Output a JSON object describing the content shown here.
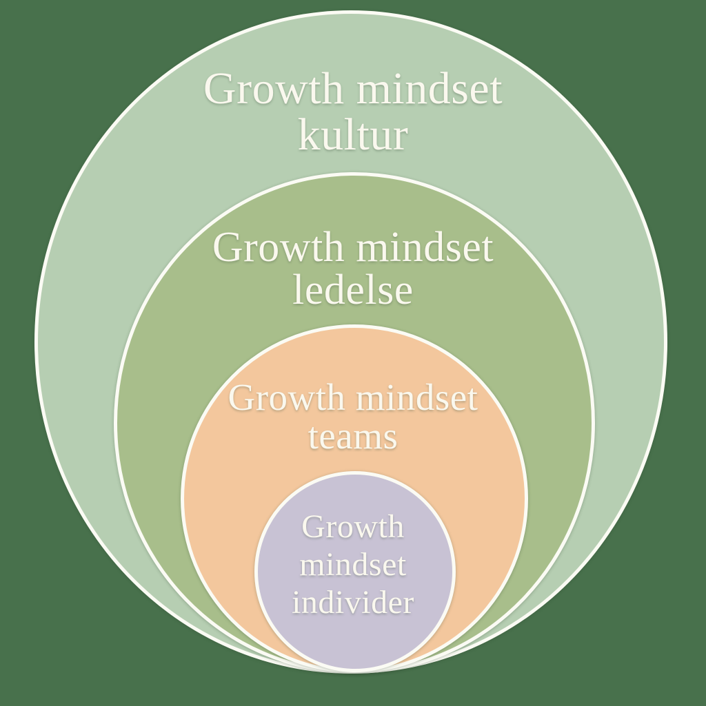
{
  "diagram": {
    "type": "nested-circles",
    "background_color": "#48714c",
    "stroke_color": "#fbfbf4",
    "text_color": "#faf8ee",
    "rings": [
      {
        "label": "Growth mindset kultur",
        "lines": [
          "Growth mindset",
          "kultur"
        ],
        "color": "#b6ceb2"
      },
      {
        "label": "Growth mindset ledelse",
        "lines": [
          "Growth mindset",
          "ledelse"
        ],
        "color": "#a8be8b"
      },
      {
        "label": "Growth mindset teams",
        "lines": [
          "Growth mindset",
          "teams"
        ],
        "color": "#f3c79d"
      },
      {
        "label": "Growth mindset individer",
        "lines": [
          "Growth",
          "mindset",
          "individer"
        ],
        "color": "#c8c2d4"
      }
    ]
  }
}
